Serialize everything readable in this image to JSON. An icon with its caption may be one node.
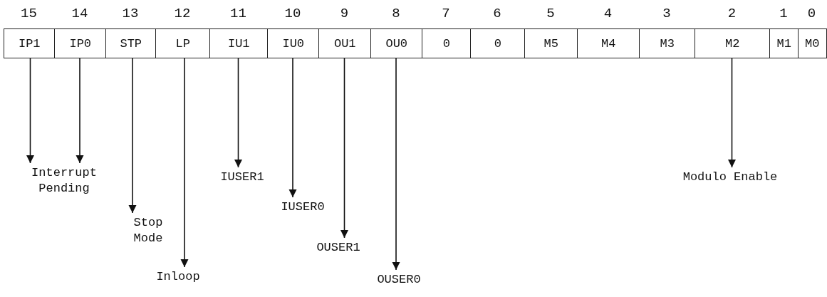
{
  "diagram": {
    "nodes": [
      {
        "text": [
          "IP1"
        ]
      },
      {
        "text": [
          "IP0"
        ]
      },
      {
        "text": [
          "STP"
        ]
      },
      {
        "text": [
          "LP"
        ]
      },
      {
        "text": [
          "IU1"
        ]
      },
      {
        "text": [
          "IU0"
        ]
      },
      {
        "text": [
          "OU1"
        ]
      },
      {
        "text": [
          "OU0"
        ]
      },
      {
        "text": [
          "0"
        ]
      },
      {
        "text": [
          "0"
        ]
      },
      {
        "text": [
          "M5"
        ]
      },
      {
        "text": [
          "M4"
        ]
      },
      {
        "text": [
          "M3"
        ]
      },
      {
        "text": [
          "M2"
        ]
      },
      {
        "text": [
          "M1"
        ]
      },
      {
        "text": [
          "M0"
        ]
      },
      {
        "text": [
          "Interrupt Pending"
        ]
      },
      {
        "text": [
          "Stop Mode"
        ]
      },
      {
        "text": [
          "Inloop"
        ]
      },
      {
        "text": [
          "IUSER1"
        ]
      },
      {
        "text": [
          "IUSER0"
        ]
      },
      {
        "text": [
          "OUSER1"
        ]
      },
      {
        "text": [
          "OUSER0"
        ]
      },
      {
        "text": [
          "Modulo Enable"
        ]
      }
    ],
    "edges": [
      {
        "from": 0,
        "to": 16,
        "arrow": "to"
      },
      {
        "from": 1,
        "to": 16,
        "arrow": "to"
      },
      {
        "from": 2,
        "to": 17,
        "arrow": "to"
      },
      {
        "from": 3,
        "to": 18,
        "arrow": "to"
      },
      {
        "from": 4,
        "to": 19,
        "arrow": "to"
      },
      {
        "from": 5,
        "to": 20,
        "arrow": "to"
      },
      {
        "from": 6,
        "to": 21,
        "arrow": "to"
      },
      {
        "from": 7,
        "to": 22,
        "arrow": "to"
      },
      {
        "from": 13,
        "to": 23,
        "arrow": "to"
      }
    ],
    "labels": [
      "15",
      "14",
      "13",
      "12",
      "11",
      "10",
      "9",
      "8",
      "7",
      "6",
      "5",
      "4",
      "3",
      "2",
      "1",
      "0"
    ]
  }
}
